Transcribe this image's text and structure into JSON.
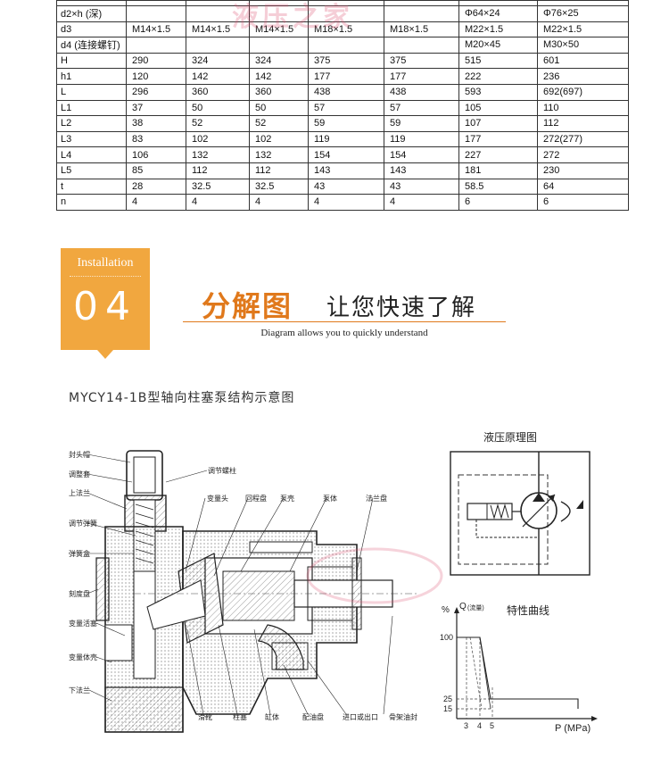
{
  "spec_table": {
    "rows": [
      {
        "label": "d2×h (深)",
        "cells": [
          "",
          "",
          "",
          "",
          "",
          "Φ64×24",
          "Φ76×25"
        ]
      },
      {
        "label": "d3",
        "cells": [
          "M14×1.5",
          "M14×1.5",
          "M14×1.5",
          "M18×1.5",
          "M18×1.5",
          "M22×1.5",
          "M22×1.5"
        ]
      },
      {
        "label": "d4 (连接螺钉)",
        "cells": [
          "",
          "",
          "",
          "",
          "",
          "M20×45",
          "M30×50"
        ]
      },
      {
        "label": "H",
        "cells": [
          "290",
          "324",
          "324",
          "375",
          "375",
          "515",
          "601"
        ]
      },
      {
        "label": "h1",
        "cells": [
          "120",
          "142",
          "142",
          "177",
          "177",
          "222",
          "236"
        ]
      },
      {
        "label": "L",
        "cells": [
          "296",
          "360",
          "360",
          "438",
          "438",
          "593",
          "692(697)"
        ]
      },
      {
        "label": "L1",
        "cells": [
          "37",
          "50",
          "50",
          "57",
          "57",
          "105",
          "110"
        ]
      },
      {
        "label": "L2",
        "cells": [
          "38",
          "52",
          "52",
          "59",
          "59",
          "107",
          "112"
        ]
      },
      {
        "label": "L3",
        "cells": [
          "83",
          "102",
          "102",
          "119",
          "119",
          "177",
          "272(277)"
        ]
      },
      {
        "label": "L4",
        "cells": [
          "106",
          "132",
          "132",
          "154",
          "154",
          "227",
          "272"
        ]
      },
      {
        "label": "L5",
        "cells": [
          "85",
          "112",
          "112",
          "143",
          "143",
          "181",
          "230"
        ]
      },
      {
        "label": "t",
        "cells": [
          "28",
          "32.5",
          "32.5",
          "43",
          "43",
          "58.5",
          "64"
        ]
      },
      {
        "label": "n",
        "cells": [
          "4",
          "4",
          "4",
          "4",
          "4",
          "6",
          "6"
        ]
      }
    ]
  },
  "section": {
    "badge_title": "Installation",
    "badge_number": "04",
    "heading_main": "分解图",
    "heading_sub": "让您快速了解",
    "heading_en": "Diagram allows you to quickly understand"
  },
  "diagram": {
    "title": "MYCY14-1B型轴向柱塞泵结构示意图",
    "labels_left": [
      "封头帽",
      "调整套",
      "上法兰",
      "调节弹簧",
      "弹簧盒",
      "刻度盘",
      "变量活塞",
      "变量体壳",
      "下法兰"
    ],
    "labels_top": [
      "调节螺柱",
      "变量头",
      "回程盘",
      "泵壳",
      "泵体",
      "法兰盘"
    ],
    "labels_bottom": [
      "滑靴",
      "柱塞",
      "缸体",
      "配油盘",
      "进口或出口",
      "骨架油封"
    ]
  },
  "hydraulic": {
    "title": "液压原理图"
  },
  "curve": {
    "title": "特性曲线",
    "y_label": "%",
    "q_label": "Q",
    "q_unit": "(流量)",
    "x_label": "P (MPa)",
    "y_ticks": [
      "100",
      "25",
      "15"
    ],
    "x_ticks": [
      "3",
      "4",
      "5"
    ]
  },
  "watermark": "液压之家"
}
